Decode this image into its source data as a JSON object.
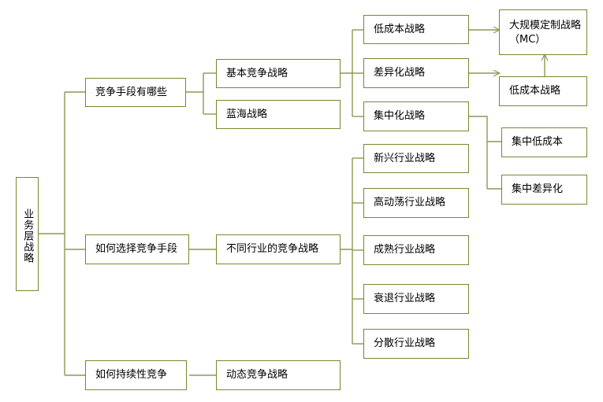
{
  "diagram": {
    "title": "业务层战略",
    "line_color": "#76892f",
    "background": "#ffffff",
    "text_color": "#000000",
    "nodes": {
      "root": "业务层战略",
      "q1": "竞争手段有哪些",
      "q2": "如何选择竞争手段",
      "q3": "如何持续性竞争",
      "basic": "基本竞争战略",
      "blue_ocean": "蓝海战略",
      "industry_group": "不同行业的竞争战略",
      "dynamic": "动态竞争战略",
      "low_cost": "低成本战略",
      "differentiation": "差异化战略",
      "focus": "集中化战略",
      "mass_customization": "大规模定制战略（MC）",
      "low_cost_2": "低成本战略",
      "focus_low_cost": "集中低成本",
      "focus_differentiation": "集中差异化",
      "emerging": "新兴行业战略",
      "turbulent": "高动荡行业战略",
      "mature": "成熟行业战略",
      "declining": "衰退行业战略",
      "fragmented": "分散行业战略"
    }
  }
}
